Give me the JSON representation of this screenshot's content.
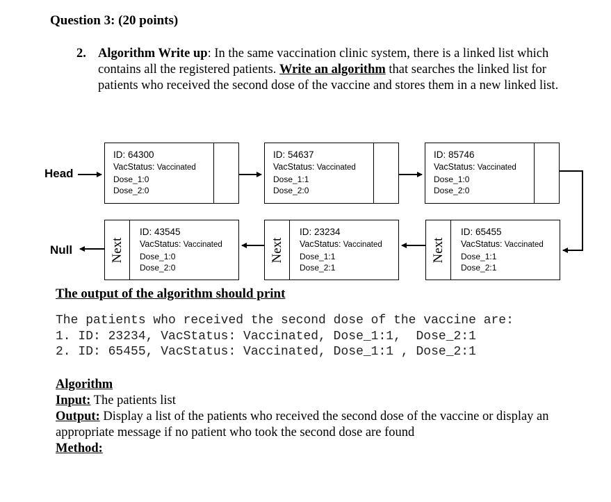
{
  "question": {
    "title": "Question 3: (20 points)"
  },
  "problem": {
    "number": "2.",
    "bold_title": "Algorithm Write up",
    "text_1": ": In the same vaccination clinic system, there is a linked list which contains all the registered patients. ",
    "underlined": "Write an algorithm",
    "text_2": " that searches the linked list for patients who received the second dose of the vaccine and stores them in a new linked list."
  },
  "diagram": {
    "head_label": "Head",
    "null_label": "Null",
    "next_label": "Next",
    "nodes": [
      {
        "id": "ID: 64300",
        "status_key": "VacStatus:",
        "status_val": " Vaccinated",
        "dose1": "Dose_1:0",
        "dose2": "Dose_2:0"
      },
      {
        "id": "ID: 54637",
        "status_key": "VacStatus:",
        "status_val": " Vaccinated",
        "dose1": "Dose_1:1",
        "dose2": "Dose_2:0"
      },
      {
        "id": "ID: 85746",
        "status_key": "VacStatus:",
        "status_val": " Vaccinated",
        "dose1": "Dose_1:0",
        "dose2": "Dose_2:0"
      },
      {
        "id": "ID: 65455",
        "status_key": "VacStatus:",
        "status_val": " Vaccinated",
        "dose1": "Dose_1:1",
        "dose2": "Dose_2:1"
      },
      {
        "id": "ID: 23234",
        "status_key": "VacStatus:",
        "status_val": " Vaccinated",
        "dose1": "Dose_1:1",
        "dose2": "Dose_2:1"
      },
      {
        "id": "ID: 43545",
        "status_key": "VacStatus:",
        "status_val": " Vaccinated",
        "dose1": "Dose_1:0",
        "dose2": "Dose_2:0"
      }
    ]
  },
  "output": {
    "heading": "The output of the algorithm should print",
    "lines": [
      "The patients who received the second dose of the vaccine are:",
      "1. ID: 23234, VacStatus: Vaccinated, Dose_1:1,  Dose_2:1",
      "2. ID: 65455, VacStatus: Vaccinated, Dose_1:1 , Dose_2:1"
    ]
  },
  "algorithm": {
    "heading": "Algorithm",
    "input_label": "Input:",
    "input_text": " The patients list",
    "output_label": "Output:",
    "output_text": " Display a list of the patients who received the second dose of the vaccine or display an appropriate message if no patient who took the second dose are found",
    "method_label": "Method:"
  }
}
